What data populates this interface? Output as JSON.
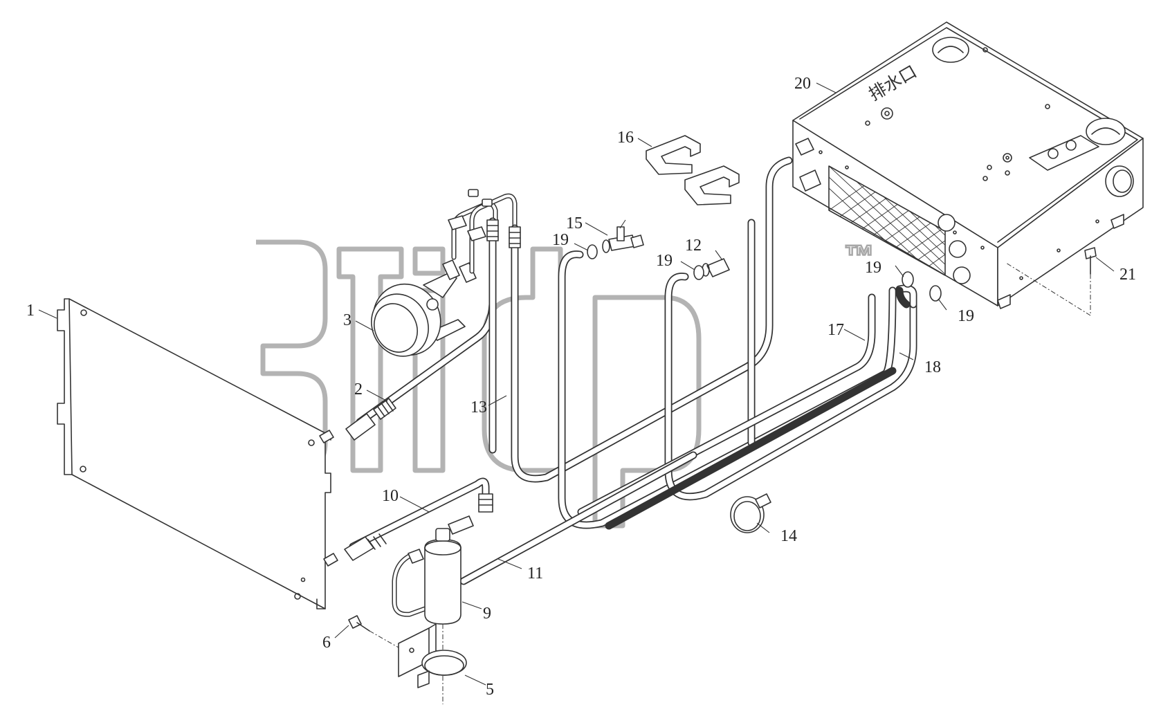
{
  "diagram": {
    "panel_stamp": "排水口",
    "watermark_mark": "™",
    "callouts": [
      {
        "id": "c1",
        "label": "1"
      },
      {
        "id": "c2",
        "label": "2"
      },
      {
        "id": "c3",
        "label": "3"
      },
      {
        "id": "c5",
        "label": "5"
      },
      {
        "id": "c6",
        "label": "6"
      },
      {
        "id": "c9",
        "label": "9"
      },
      {
        "id": "c10",
        "label": "10"
      },
      {
        "id": "c11",
        "label": "11"
      },
      {
        "id": "c12",
        "label": "12"
      },
      {
        "id": "c13",
        "label": "13"
      },
      {
        "id": "c14",
        "label": "14"
      },
      {
        "id": "c15",
        "label": "15"
      },
      {
        "id": "c16",
        "label": "16"
      },
      {
        "id": "c17",
        "label": "17"
      },
      {
        "id": "c18",
        "label": "18"
      },
      {
        "id": "c19a",
        "label": "19"
      },
      {
        "id": "c19b",
        "label": "19"
      },
      {
        "id": "c19c",
        "label": "19"
      },
      {
        "id": "c19d",
        "label": "19"
      },
      {
        "id": "c20",
        "label": "20"
      },
      {
        "id": "c21",
        "label": "21"
      }
    ]
  }
}
